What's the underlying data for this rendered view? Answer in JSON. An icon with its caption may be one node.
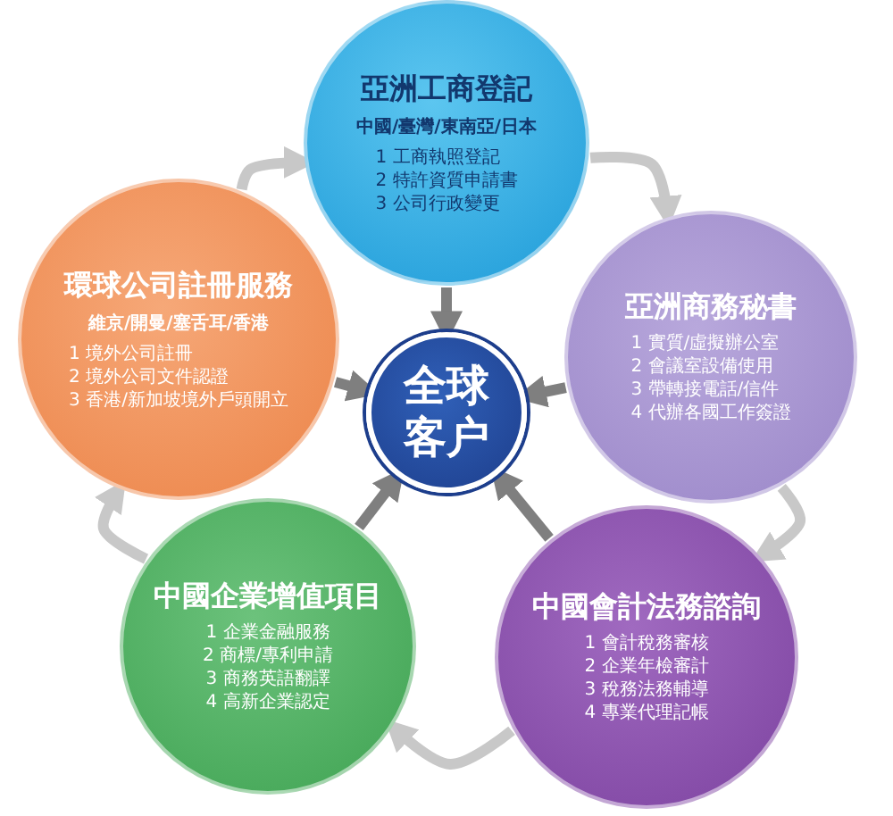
{
  "diagram": {
    "nodes": [
      {
        "text": [
          "亞洲工商登記",
          "中國/臺灣/東南亞/日本",
          "1 工商執照登記",
          "2 特許資質申請書",
          "3 公司行政變更"
        ]
      },
      {
        "text": [
          "環球公司註冊服務",
          "維京/開曼/塞舌耳/香港",
          "1 境外公司註冊",
          "2 境外公司文件認證",
          "3 香港/新加坡境外戶頭開立"
        ]
      },
      {
        "text": [
          "亞洲商務秘書",
          "1 實質/虛擬辦公室",
          "2 會議室設備使用",
          "3 帶轉接電話/信件",
          "4 代辦各國工作簽證"
        ]
      },
      {
        "text": [
          "全球客户"
        ]
      },
      {
        "text": [
          "中國企業增值項目",
          "1 企業金融服務",
          "2 商標/專利申請",
          "3 商務英語翻譯",
          "4 高新企業認定"
        ]
      },
      {
        "text": [
          "中國會計法務諮詢",
          "1 會計稅務審核",
          "2 企業年檢審計",
          "3 稅務法務輔導",
          "4 專業代理記帳"
        ]
      }
    ],
    "edges": [
      {
        "from": 0,
        "to": 3,
        "arrow": "to"
      },
      {
        "from": 1,
        "to": 3,
        "arrow": "to"
      },
      {
        "from": 2,
        "to": 3,
        "arrow": "to"
      },
      {
        "from": 4,
        "to": 3,
        "arrow": "to"
      },
      {
        "from": 5,
        "to": 3,
        "arrow": "to"
      },
      {
        "from": 0,
        "to": 2,
        "arrow": "to",
        "color": "#c8c8c8"
      },
      {
        "from": 2,
        "to": 5,
        "arrow": "to",
        "color": "#c8c8c8"
      },
      {
        "from": 5,
        "to": 4,
        "arrow": "to",
        "color": "#c8c8c8"
      },
      {
        "from": 4,
        "to": 1,
        "arrow": "to",
        "color": "#c8c8c8"
      },
      {
        "from": 1,
        "to": 0,
        "arrow": "to",
        "color": "#c8c8c8"
      }
    ]
  }
}
